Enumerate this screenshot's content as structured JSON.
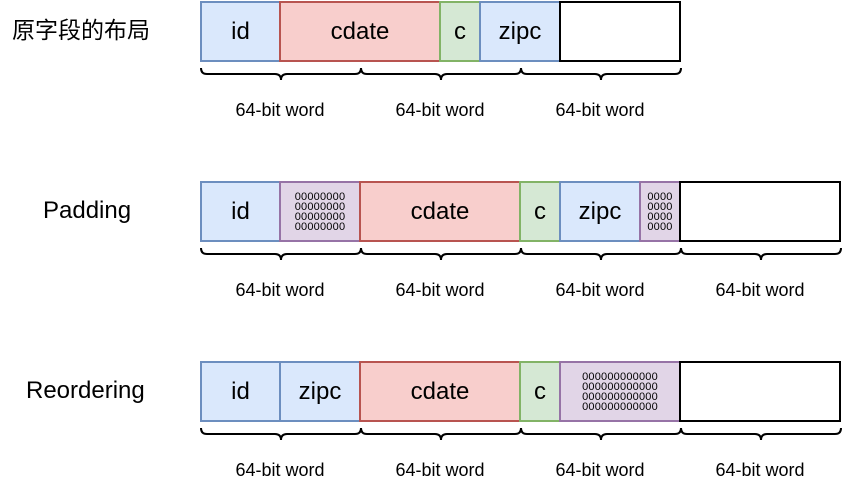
{
  "rows": [
    {
      "label": "原字段的布局",
      "fields": [
        "id",
        "cdate",
        "c",
        "zipc"
      ],
      "words": [
        "64-bit word",
        "64-bit word",
        "64-bit word"
      ]
    },
    {
      "label": "Padding",
      "fields": [
        "id",
        "cdate",
        "c",
        "zipc"
      ],
      "padding": {
        "first": [
          "00000000",
          "00000000",
          "00000000",
          "00000000"
        ],
        "second": [
          "0000",
          "0000",
          "0000",
          "0000"
        ]
      },
      "words": [
        "64-bit word",
        "64-bit word",
        "64-bit word",
        "64-bit word"
      ]
    },
    {
      "label": "Reordering",
      "fields": [
        "id",
        "zipc",
        "cdate",
        "c"
      ],
      "padding": {
        "first": [
          "000000000000",
          "000000000000",
          "000000000000",
          "000000000000"
        ]
      },
      "words": [
        "64-bit word",
        "64-bit word",
        "64-bit word",
        "64-bit word"
      ]
    }
  ],
  "colors": {
    "blue_fill": "#dae8fc",
    "blue_border": "#6c8ebf",
    "red_fill": "#f8cecc",
    "red_border": "#b85450",
    "green_fill": "#d5e8d4",
    "green_border": "#82b366",
    "purple_fill": "#e1d5e7",
    "purple_border": "#9673a6"
  }
}
